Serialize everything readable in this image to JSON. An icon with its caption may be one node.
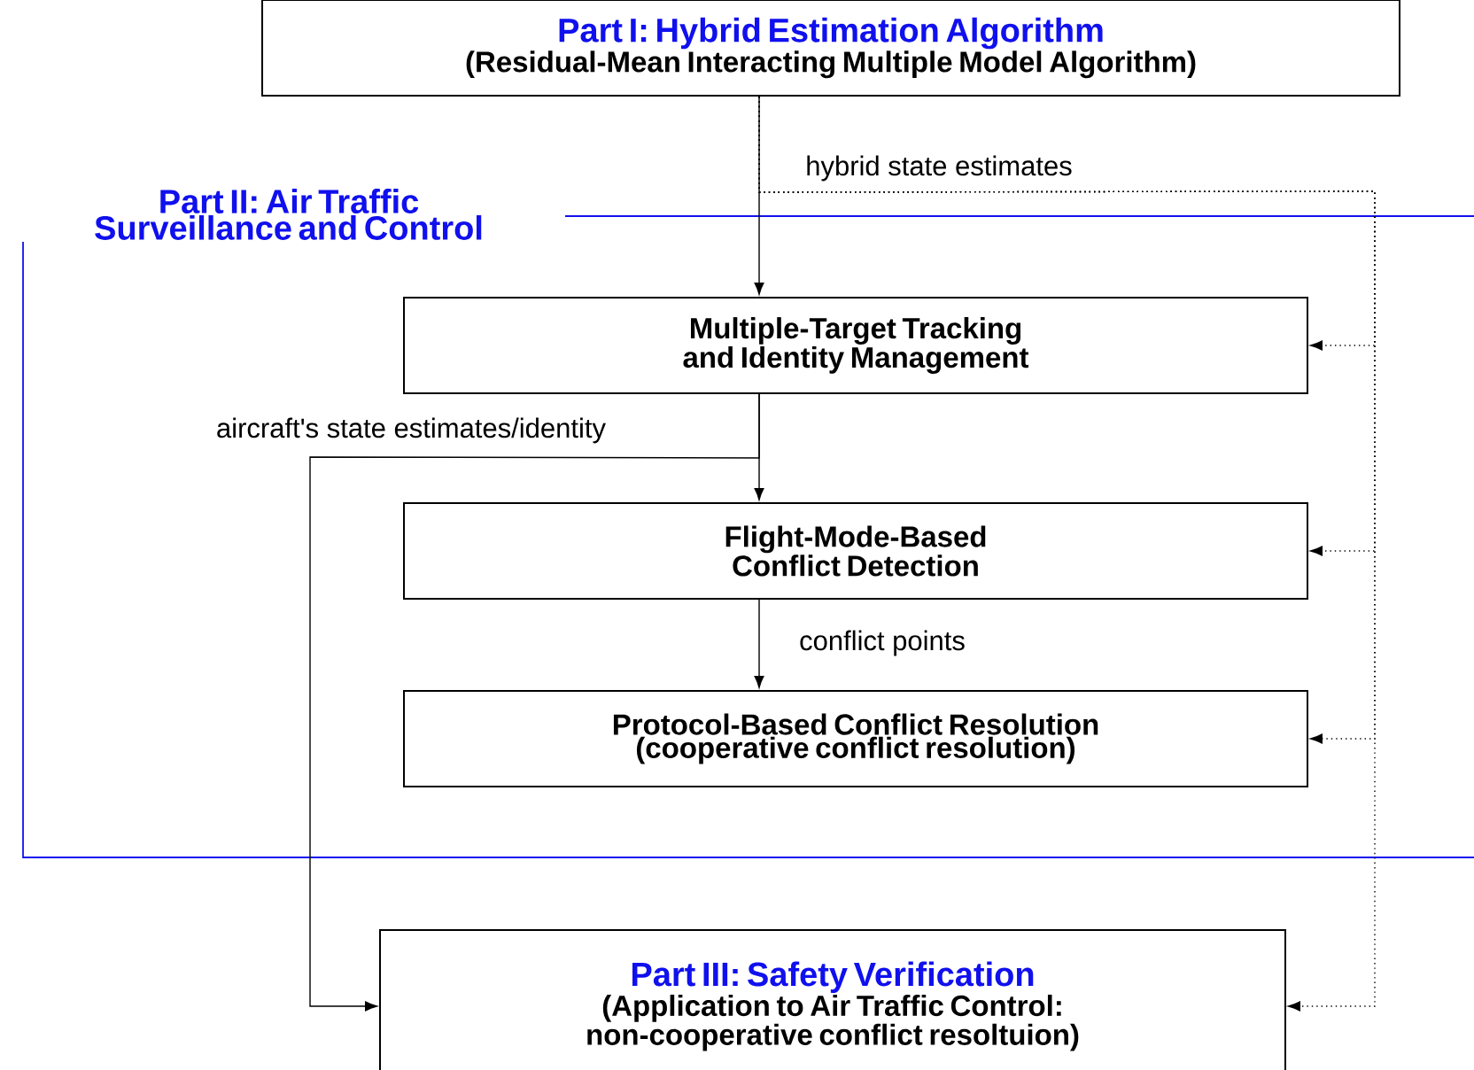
{
  "diagram": {
    "nodes": [
      {
        "text": [
          "Part I: Hybrid Estimation Algorithm",
          "(Residual-Mean Interacting Multiple Model Algorithm)"
        ]
      },
      {
        "text": [
          "Part II: Air Traffic Surveillance and Control"
        ]
      },
      {
        "text": [
          "Multiple-Target Tracking and Identity Management"
        ],
        "in": 1
      },
      {
        "text": [
          "Flight-Mode-Based Conflict Detection"
        ],
        "in": 1
      },
      {
        "text": [
          "Protocol-Based Conflict Resolution (cooperative conflict resolution)"
        ],
        "in": 1
      },
      {
        "text": [
          "Part III: Safety Verification",
          "(Application to Air Traffic Control: non-cooperative conflict resoltuion)"
        ]
      }
    ],
    "edges": [
      {
        "from": 0,
        "to": 2,
        "arrow": "to"
      },
      {
        "from": 0,
        "to": 2,
        "arrow": "to",
        "style": "dashed",
        "label": "hybrid state estimates"
      },
      {
        "from": 0,
        "to": 3,
        "arrow": "to",
        "style": "dashed"
      },
      {
        "from": 0,
        "to": 4,
        "arrow": "to",
        "style": "dashed"
      },
      {
        "from": 0,
        "to": 5,
        "arrow": "to",
        "style": "dashed"
      },
      {
        "from": 2,
        "to": 3,
        "arrow": "to"
      },
      {
        "from": 2,
        "to": 5,
        "arrow": "to",
        "label": "aircraft's state estimates/identity"
      },
      {
        "from": 3,
        "to": 4,
        "arrow": "to",
        "label": "conflict points"
      }
    ]
  }
}
